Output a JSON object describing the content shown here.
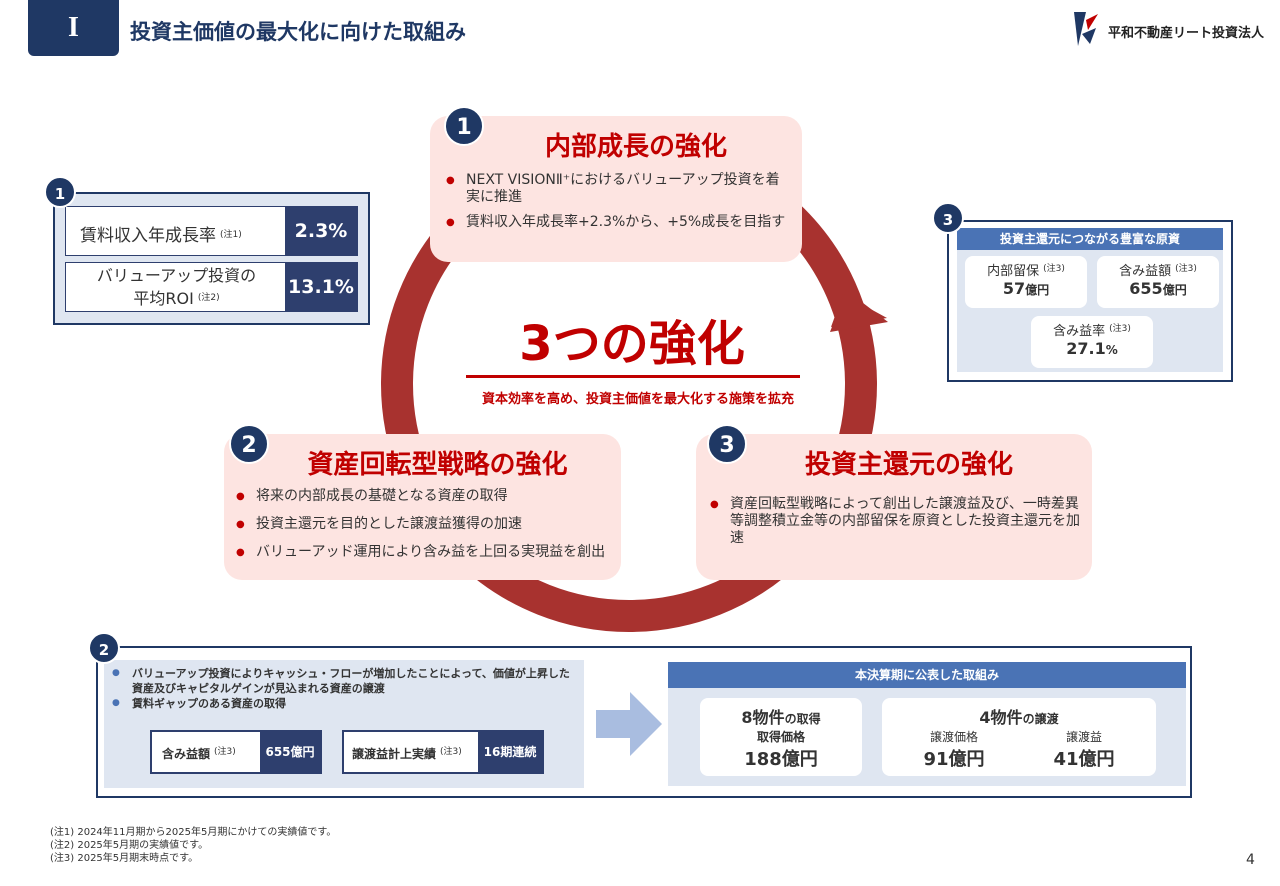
{
  "header": {
    "section_badge": "I",
    "title": "投資主価値の最大化に向けた取組み",
    "company": "平和不動産リート投資法人"
  },
  "center": {
    "title": "3つの強化",
    "subtitle": "資本効率を高め、投資主価値を最大化する施策を拡充"
  },
  "pillars": [
    {
      "number": "1",
      "title": "内部成長の強化",
      "bullets": [
        "NEXT VISIONⅡ⁺におけるバリューアップ投資を着実に推進",
        "賃料収入年成長率+2.3%から、+5%成長を目指す"
      ]
    },
    {
      "number": "2",
      "title": "資産回転型戦略の強化",
      "bullets": [
        "将来の内部成長の基礎となる資産の取得",
        "投資主還元を目的とした譲渡益獲得の加速",
        "バリューアッド運用により含み益を上回る実現益を創出"
      ]
    },
    {
      "number": "3",
      "title": "投資主還元の強化",
      "bullets": [
        "資産回転型戦略によって創出した譲渡益及び、一時差異等調整積立金等の内部留保を原資とした投資主還元を加速"
      ]
    }
  ],
  "panel1": {
    "number": "1",
    "rows": [
      {
        "label": "賃料収入年成長率",
        "note": "(注1)",
        "value": "2.3%"
      },
      {
        "label_line1": "バリューアップ投資の",
        "label_line2": "平均ROI",
        "note": "(注2)",
        "value": "13.1%"
      }
    ]
  },
  "panel3": {
    "number": "3",
    "header": "投資主還元につながる豊富な原資",
    "items": [
      {
        "label": "内部留保",
        "note": "(注3)",
        "value": "57",
        "unit": "億円"
      },
      {
        "label": "含み益額",
        "note": "(注3)",
        "value": "655",
        "unit": "億円"
      },
      {
        "label": "含み益率",
        "note": "(注3)",
        "value": "27.1",
        "unit": "%"
      }
    ]
  },
  "panel2": {
    "number": "2",
    "bullets": [
      "バリューアップ投資によりキャッシュ・フローが増加したことによって、価値が上昇した資産及びキャピタルゲインが見込まれる資産の譲渡",
      "賃料ギャップのある資産の取得"
    ],
    "tags": [
      {
        "label": "含み益額",
        "note": "(注3)",
        "value": "655億円"
      },
      {
        "label": "譲渡益計上実績",
        "note": "(注3)",
        "value": "16期連続"
      }
    ],
    "right_header": "本決算期に公表した取組み",
    "acquisition": {
      "count": "8物件",
      "suffix": "の取得",
      "label": "取得価格",
      "value": "188億円"
    },
    "disposition": {
      "count": "4物件",
      "suffix": "の譲渡",
      "price_label": "譲渡価格",
      "price_value": "91億円",
      "gain_label": "譲渡益",
      "gain_value": "41億円"
    }
  },
  "footnotes": [
    "(注1) 2024年11月期から2025年5月期にかけての実績値です。",
    "(注2) 2025年5月期の実績値です。",
    "(注3) 2025年5月期末時点です。"
  ],
  "page_number": "4",
  "colors": {
    "navy": "#1f3864",
    "accent_red": "#c00000",
    "ring": "#a8322f",
    "pink": "#fde4e1",
    "panel_bg": "#dfe6f1"
  }
}
